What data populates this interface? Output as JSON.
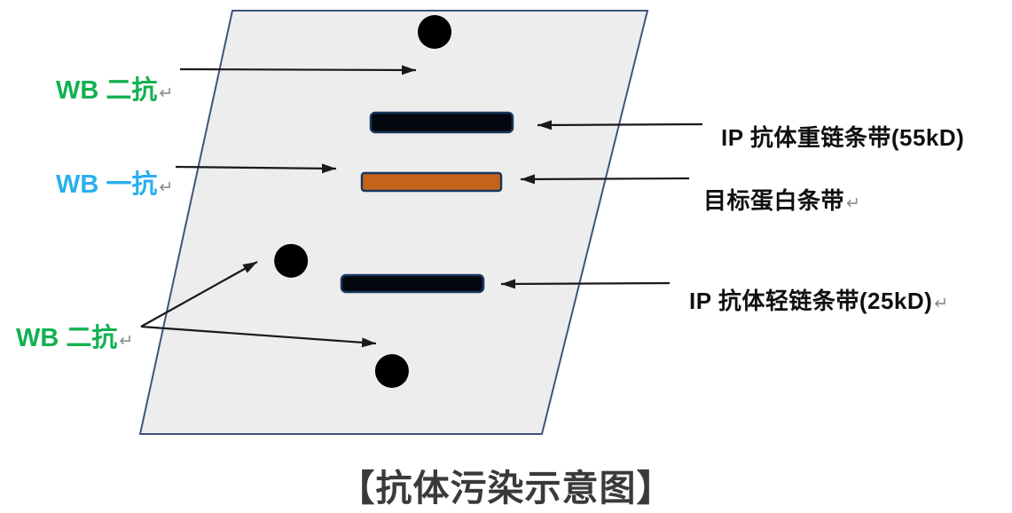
{
  "figure": {
    "title": "【抗体污染示意图】",
    "left_labels": {
      "wb_secondary_top": {
        "text": "WB 二抗",
        "mark": "↵"
      },
      "wb_primary": {
        "text": "WB 一抗",
        "mark": "↵"
      },
      "wb_secondary_bottom": {
        "text": "WB 二抗",
        "mark": "↵"
      }
    },
    "right_labels": {
      "ip_heavy_chain": {
        "text": "IP 抗体重链条带(55kD)"
      },
      "target_protein": {
        "text": "目标蛋白条带",
        "mark": "↵"
      },
      "ip_light_chain": {
        "text": "IP 抗体轻链条带(25kD)",
        "mark": "↵"
      }
    }
  },
  "icons": {
    "antibody": "Y-shaped antibody glyph (double-stroke Y with circular Fc head)",
    "membrane": "skewed parallelogram blot membrane sheet",
    "band": "rounded rectangle protein band",
    "arrow": "thin black line with solid triangular arrowhead",
    "return_mark": "gray pilcrow return arrow ↵"
  },
  "colors": {
    "green": "#12b151",
    "blue": "#2bafef",
    "orange": "#c7621b",
    "band_fill": "#04070e",
    "band_border": "#17375e",
    "membrane_fill": "#eeedee",
    "membrane_border": "#3e557a",
    "arrow": "#191919",
    "label_text": "#101010",
    "title_text": "#3a3a3a",
    "mark": "#8c8c8c"
  }
}
